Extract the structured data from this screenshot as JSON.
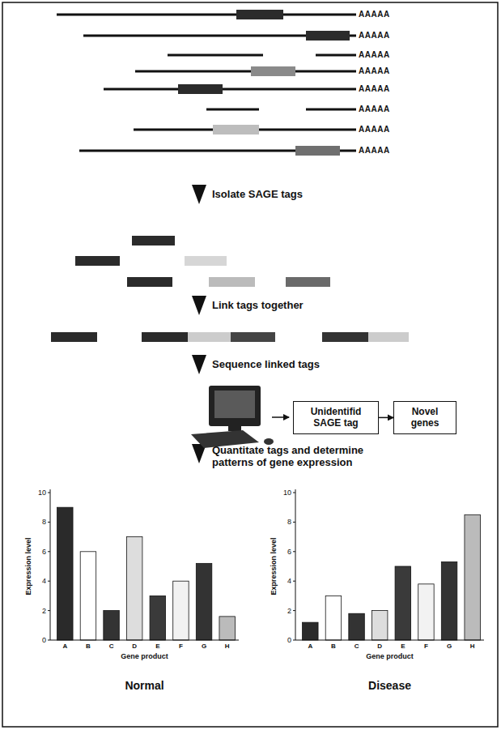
{
  "diagram": {
    "nodes": [
      {
        "text": [
          "Unidentifid SAGE tag"
        ]
      },
      {
        "text": [
          "Novel genes"
        ]
      }
    ],
    "edges": [
      {
        "from": 0,
        "to": 1,
        "arrow": "to"
      }
    ],
    "labels": [
      "AAAAA",
      "AAAAA",
      "AAAAA",
      "AAAAA",
      "AAAAA",
      "AAAAA",
      "AAAAA",
      "AAAAA",
      "Isolate SAGE tags",
      "Link tags together",
      "Sequence linked tags",
      "Quantitate tags and determine patterns of gene expression",
      "Expression level",
      "10",
      "8",
      "6",
      "4",
      "2",
      "0",
      "A",
      "B",
      "C",
      "D",
      "E",
      "F",
      "G",
      "H",
      "Gene product",
      "Normal",
      "Expression level",
      "10",
      "8",
      "6",
      "4",
      "2",
      "0",
      "A",
      "B",
      "C",
      "D",
      "E",
      "F",
      "G",
      "H",
      "Gene product",
      "Disease"
    ]
  }
}
